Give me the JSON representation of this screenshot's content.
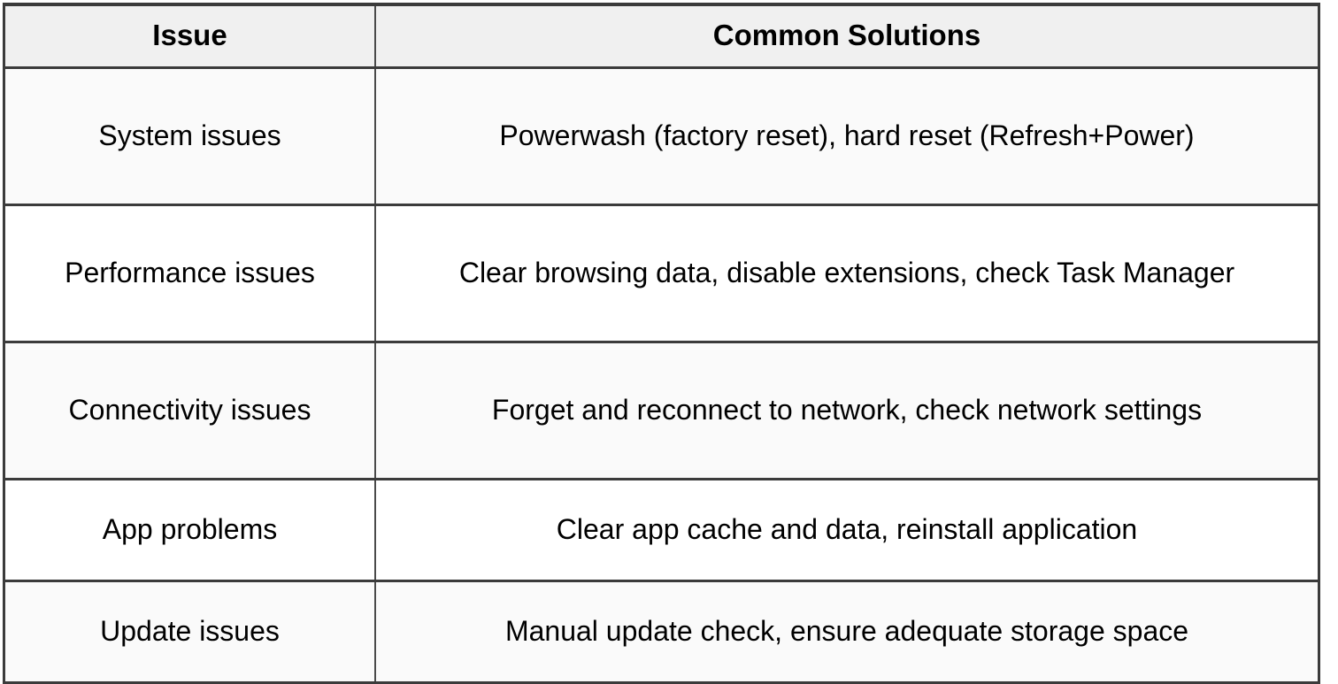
{
  "table": {
    "columns": [
      {
        "key": "issue",
        "label": "Issue"
      },
      {
        "key": "solutions",
        "label": "Common Solutions"
      }
    ],
    "rows": [
      {
        "issue": "System issues",
        "solutions": "Powerwash (factory reset), hard reset (Refresh+Power)",
        "shaded": true,
        "height": "tall"
      },
      {
        "issue": "Performance issues",
        "solutions": "Clear browsing data, disable extensions, check Task Manager",
        "shaded": false,
        "height": "tall"
      },
      {
        "issue": "Connectivity issues",
        "solutions": "Forget and reconnect to network, check network settings",
        "shaded": true,
        "height": "tall"
      },
      {
        "issue": "App problems",
        "solutions": "Clear app cache and data, reinstall application",
        "shaded": false,
        "height": "short"
      },
      {
        "issue": "Update issues",
        "solutions": "Manual update check, ensure adequate storage space",
        "shaded": true,
        "height": "short"
      }
    ]
  },
  "colors": {
    "border": "#3b3b3b",
    "header_background": "#f0f0f0",
    "row_shaded_background": "#fafafa",
    "row_plain_background": "#ffffff",
    "text": "#000000"
  }
}
